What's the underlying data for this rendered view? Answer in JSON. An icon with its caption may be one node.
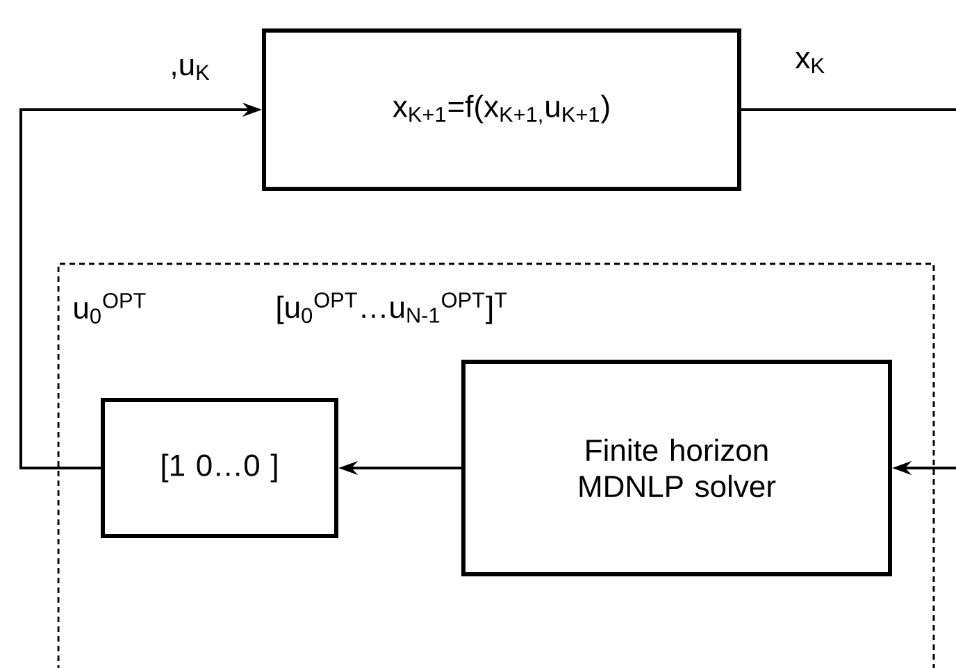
{
  "diagram": {
    "nodes": [
      {
        "text": [
          "x$_{K+1}$=f(x$_{K+1,}$u$_{K+1}$)"
        ]
      },
      {
        "text": [],
        "shape": "box"
      },
      {
        "text": [
          "[1 0…0 ]"
        ],
        "in": 1
      },
      {
        "text": [
          "Finite horizon MDNLP solver"
        ],
        "in": 1
      }
    ],
    "edges": [
      {
        "from": 2,
        "to": 0,
        "arrow": "to"
      },
      {
        "from": 3,
        "to": 2,
        "arrow": "to"
      },
      {
        "from": 0,
        "to": null,
        "arrow": "none"
      },
      {
        "from": null,
        "to": 3,
        "arrow": "to"
      }
    ],
    "labels": [
      ",u$_{K}$",
      "x$_{K}$",
      "u$_{0}$$^{OPT}$",
      "[u$_{0}$$^{OPT}$…u$_{N-1}$$^{OPT}$]$^{T}$"
    ]
  }
}
